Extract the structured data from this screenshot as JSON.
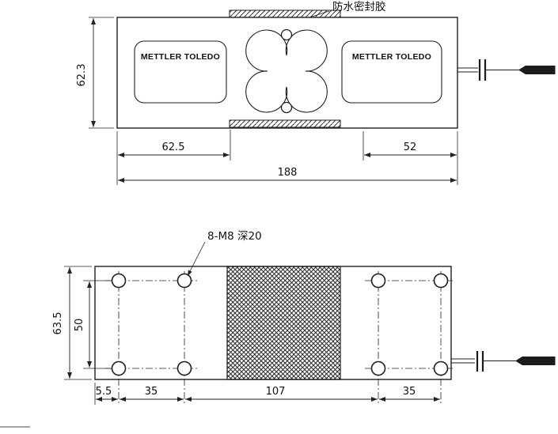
{
  "top_view": {
    "sealant_label": "防水密封胶",
    "brand_left": "METTLER TOLEDO",
    "brand_right": "METTLER TOLEDO",
    "dims": {
      "height": "62.3",
      "left_span": "62.5",
      "right_span": "52",
      "total_length": "188"
    }
  },
  "bottom_view": {
    "holes_label": "8-M8 深20",
    "dims": {
      "height": "63.5",
      "hole_row_spacing": "50",
      "edge_offset": "5.5",
      "left_hole_pitch": "35",
      "center_span": "107",
      "right_hole_pitch": "35"
    }
  },
  "colors": {
    "line": "#1f1f1f",
    "background": "#ffffff"
  }
}
